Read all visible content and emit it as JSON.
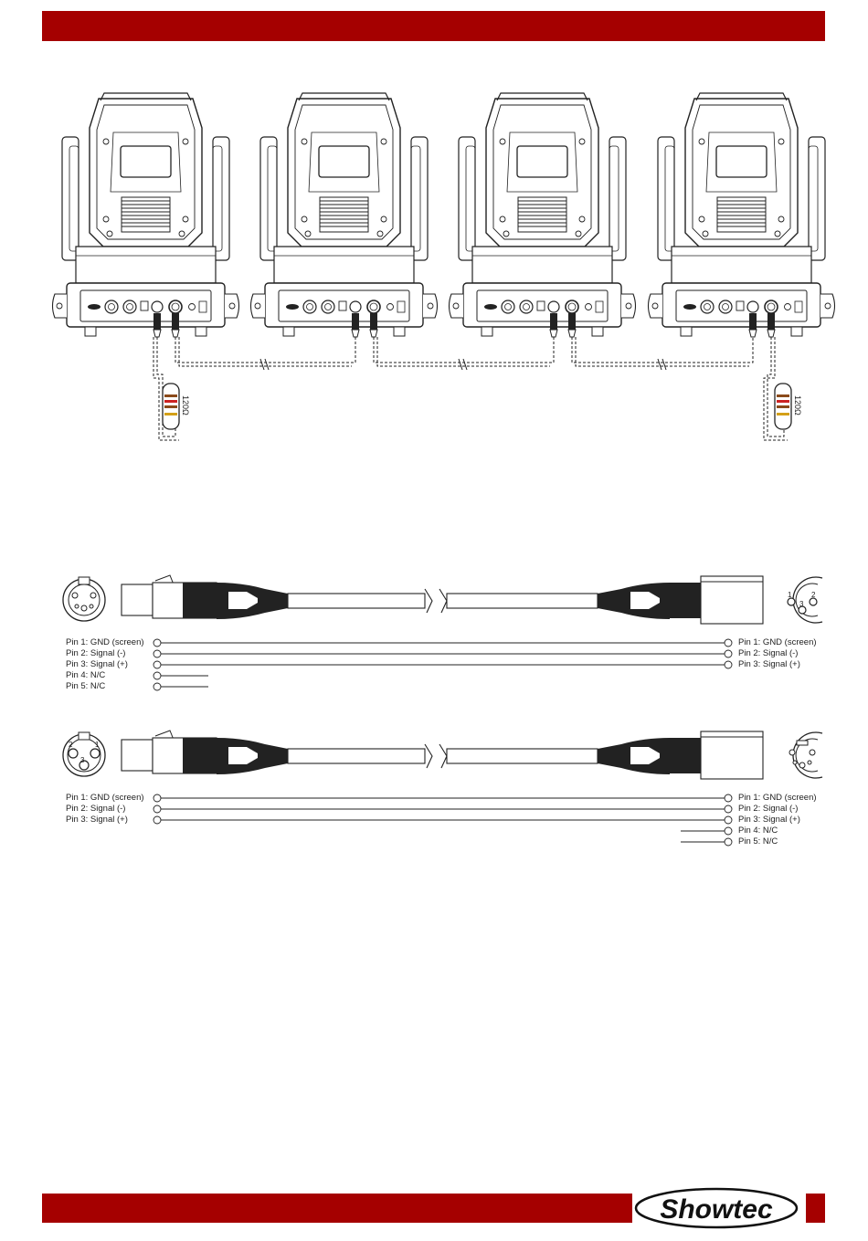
{
  "brand": {
    "logo_text": "Showtec",
    "accent": "#a50000"
  },
  "dmx_chain": {
    "fixture_count": 4,
    "terminator_value": "120Ω"
  },
  "cable_5_to_3": {
    "left_pins": [
      "Pin 1: GND (screen)",
      "Pin 2: Signal (-)",
      "Pin 3: Signal (+)",
      "Pin 4: N/C",
      "Pin 5: N/C"
    ],
    "right_pins": [
      "Pin 1: GND (screen)",
      "Pin 2: Signal (-)",
      "Pin 3: Signal (+)"
    ],
    "right_socket_numbers": [
      "1",
      "2",
      "3"
    ]
  },
  "cable_3_to_5": {
    "left_pins": [
      "Pin 1: GND (screen)",
      "Pin 2: Signal (-)",
      "Pin 3: Signal (+)"
    ],
    "right_pins": [
      "Pin 1: GND (screen)",
      "Pin 2: Signal (-)",
      "Pin 3: Signal (+)",
      "Pin 4: N/C",
      "Pin 5: N/C"
    ],
    "left_socket_numbers": [
      "2",
      "1",
      "3"
    ]
  }
}
